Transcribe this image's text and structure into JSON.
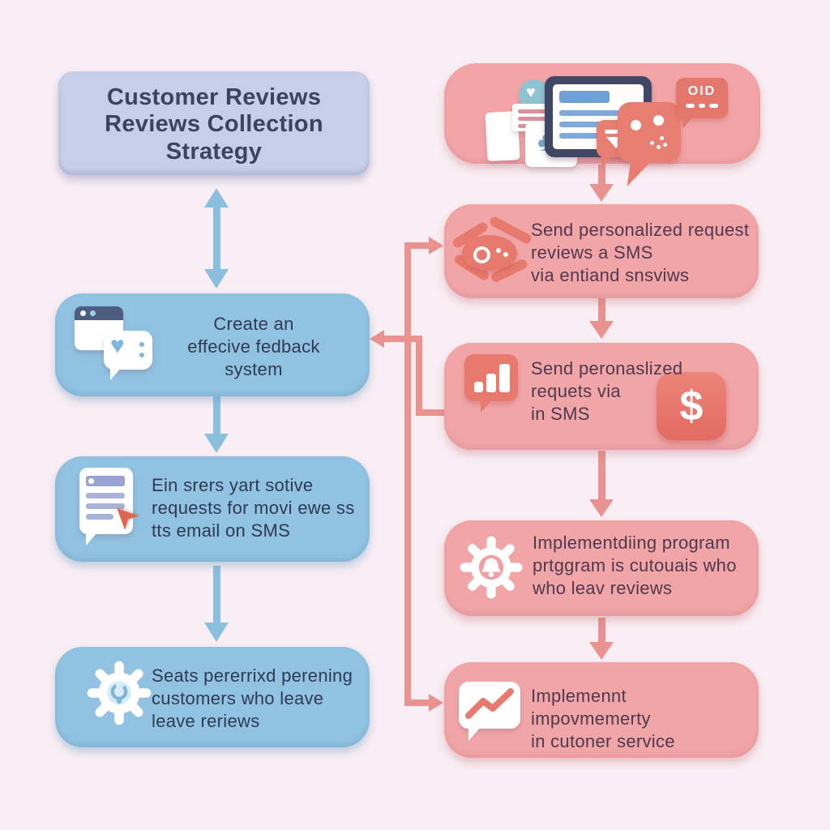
{
  "meta": {
    "kind": "flowchart-infographic",
    "background": "#f8eef3"
  },
  "palette": {
    "lavender_box": "#c7cfe8",
    "blue_box": "#91c2e1",
    "pink_box": "#f1a5a7",
    "coral_icon": "#e87e71",
    "blue_arrow": "#8abfdd",
    "pink_arrow": "#e9928f",
    "title_text": "#3a4361",
    "blue_box_text": "#2e3a52",
    "pink_box_text": "#4e3950"
  },
  "title_box": {
    "text": "Customer Reviews\nReviews Collection\nStrategy"
  },
  "header_box": {
    "icons": [
      "heart-badge-icon",
      "document-stack-icon",
      "clover-card-icon",
      "tablet-screen-icon",
      "funnel-bubble-icon",
      "face-chat-bubble-icon",
      "code-chat-bubble-icon"
    ],
    "code_bubble_text": "OID"
  },
  "glyphs": {
    "heart": "♥",
    "club": "♣",
    "cursor": "➤",
    "dollar": "$"
  },
  "left_column": {
    "boxes": [
      {
        "id": "create-feedback-system",
        "icon": "browser-heart-chat-icon",
        "text": "Create an\neffecive fedback\nsystem"
      },
      {
        "id": "review-requests-email-sms",
        "icon": "document-cursor-icon",
        "text": "Ein srers yart sotive\nrequests for movi ewe ss\ntts email on SMS"
      },
      {
        "id": "reward-returning-customers",
        "icon": "gear-profile-icon",
        "text": "Seats pererrixd perening\ncustomers who leave\nleave reriews"
      }
    ]
  },
  "right_column": {
    "boxes": [
      {
        "id": "send-personalized-request-sms",
        "icon": "spider-face-icon",
        "text": "Send personalized request\nreviews a SMS\nvia entiand snsviws"
      },
      {
        "id": "send-requests-in-sms",
        "icon": "bar-chart-bubble-icon",
        "badge": "$",
        "text": "Send peronaslized\nrequets via\nin SMS"
      },
      {
        "id": "loyalty-program",
        "icon": "gear-bell-icon",
        "text": "Implementdiing program\nprtggram is cutouais who\nwho leav reviews"
      },
      {
        "id": "service-improvement",
        "icon": "trend-chart-bubble-icon",
        "text": "Implemennt impovmemerty\nin cutoner service"
      }
    ]
  },
  "connectors": [
    {
      "from": "title-box",
      "to": "create-feedback-system",
      "style": "blue-double-arrow"
    },
    {
      "from": "create-feedback-system",
      "to": "review-requests-email-sms",
      "style": "blue-arrow"
    },
    {
      "from": "review-requests-email-sms",
      "to": "reward-returning-customers",
      "style": "blue-arrow"
    },
    {
      "from": "header-icon-box",
      "to": "send-personalized-request-sms",
      "style": "pink-arrow"
    },
    {
      "from": "send-personalized-request-sms",
      "to": "send-requests-in-sms",
      "style": "pink-arrow"
    },
    {
      "from": "send-requests-in-sms",
      "to": "loyalty-program",
      "style": "pink-arrow"
    },
    {
      "from": "loyalty-program",
      "to": "service-improvement",
      "style": "pink-arrow"
    },
    {
      "from": "right-rail",
      "to": "send-personalized-request-sms",
      "style": "pink-elbow-arrow"
    },
    {
      "from": "right-rail",
      "to": "service-improvement",
      "style": "pink-elbow-arrow"
    },
    {
      "from": "send-requests-in-sms",
      "to": "create-feedback-system",
      "style": "pink-elbow-arrow"
    }
  ]
}
